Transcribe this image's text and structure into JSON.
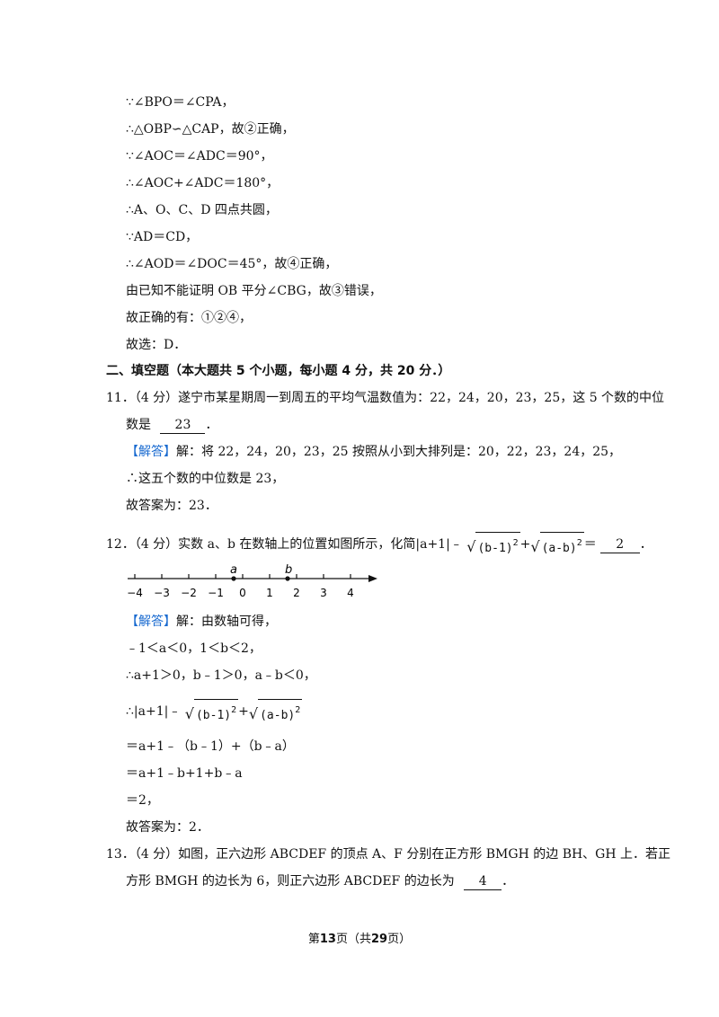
{
  "page": {
    "proof_lines": [
      "∵∠BPO＝∠CPA，",
      "∴△OBP∽△CAP，故②正确，",
      "∵∠AOC＝∠ADC＝90°，",
      "∴∠AOC+∠ADC＝180°，",
      "∴A、O、C、D 四点共圆，",
      "∵AD＝CD，",
      "∴∠AOD＝∠DOC＝45°，故④正确，",
      "由已知不能证明 OB 平分∠CBG，故③错误，",
      "故正确的有：①②④，",
      "故选：D．"
    ],
    "section_heading": "二、填空题（本大题共 5 个小题，每小题 4 分，共 20 分．）",
    "q11": {
      "stem_1": "11．（4 分）遂宁市某星期周一到周五的平均气温数值为：22，24，20，23，25，这 5 个数的中位",
      "stem_2_prefix": "数是",
      "answer": "23",
      "stem_2_suffix": "．",
      "solution_tag": "【解答】",
      "solution_1": "解：将 22，24，20，23，25 按照从小到大排列是：20，22，23，24，25，",
      "solution_2": "∴这五个数的中位数是 23，",
      "solution_3": "故答案为：23．"
    },
    "q12": {
      "stem_prefix": "12．（4 分）实数 a、b 在数轴上的位置如图所示，化简|a+1|﹣",
      "rad1": "(b-1)",
      "plus": "+",
      "rad2": "(a-b)",
      "exp": "2",
      "equals": "＝",
      "answer": "2",
      "period": "．",
      "axis_labels": [
        "−4",
        "−3",
        "−2",
        "−1",
        "0",
        "1",
        "2",
        "3",
        "4"
      ],
      "point_a": "a",
      "point_b": "b",
      "solution_tag": "【解答】",
      "solution_1": "解：由数轴可得，",
      "solution_2": "﹣1＜a＜0，1＜b＜2，",
      "solution_3": "∴a+1＞0，b﹣1＞0，a﹣b＜0，",
      "solution_4_prefix": "∴|a+1|﹣",
      "solution_5": "＝a+1﹣（b﹣1）+（b﹣a）",
      "solution_6": "＝a+1﹣b+1+b﹣a",
      "solution_7": "＝2，",
      "solution_8": "故答案为：2．"
    },
    "q13": {
      "stem_1": "13．（4 分）如图，正六边形 ABCDEF 的顶点 A、F 分别在正方形 BMGH 的边 BH、GH 上．若正",
      "stem_2_prefix": "方形 BMGH 的边长为 6，则正六边形 ABCDEF 的边长为",
      "answer": "4",
      "stem_2_suffix": "．"
    },
    "footer": {
      "prefix": "第",
      "current": "13",
      "middle": "页（共",
      "total": "29",
      "suffix": "页）"
    }
  }
}
